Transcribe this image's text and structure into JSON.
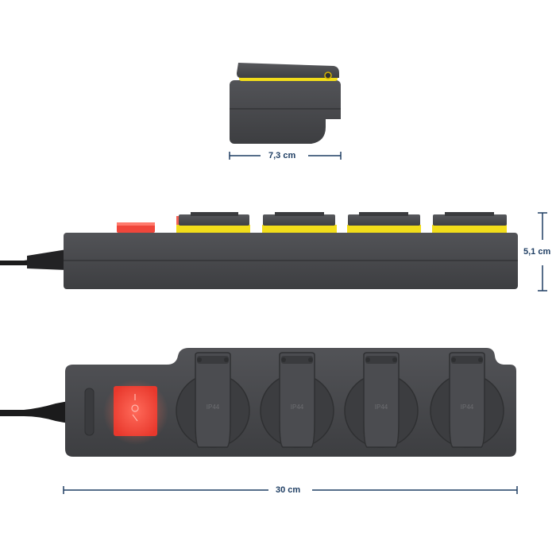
{
  "dimensions": {
    "depth": "7,3 cm",
    "height": "5,1 cm",
    "length": "30 cm"
  },
  "sockets": {
    "rating_label": "IP44",
    "count": 4
  },
  "colors": {
    "body": "#4a4b4e",
    "body_dark": "#3a3b3e",
    "accent_yellow": "#f2dd1a",
    "switch_red": "#f0463b",
    "dimension_line": "#1f3e63",
    "cable": "#1b1b1c"
  }
}
